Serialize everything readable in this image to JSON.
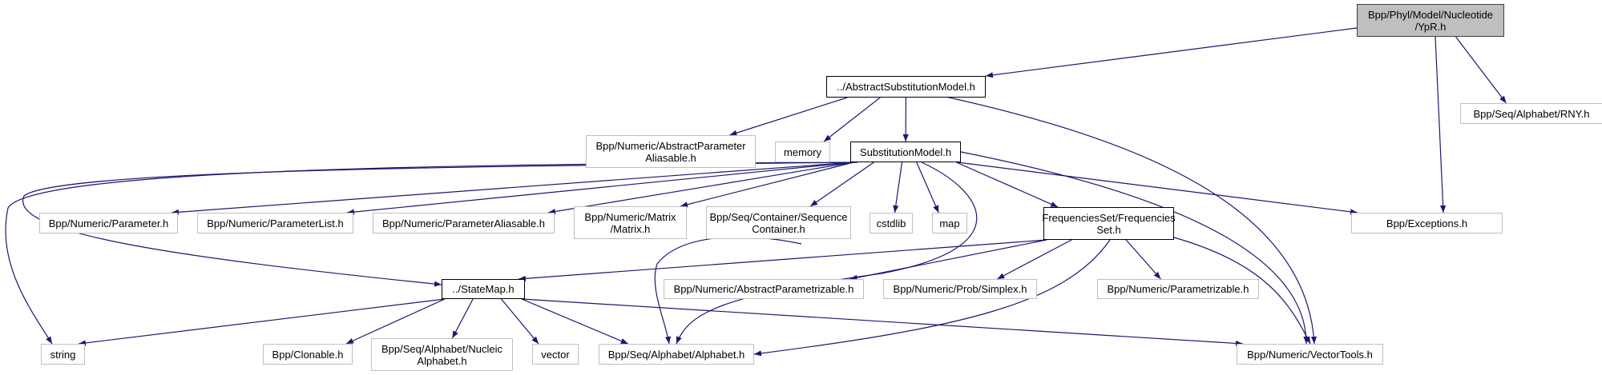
{
  "graph": {
    "title": "Include dependency graph for YpR.h",
    "edge_color": "#191970",
    "nodes": [
      {
        "id": "ypr",
        "label": "Bpp/Phyl/Model/Nucleotide\n/YpR.h",
        "kind": "root"
      },
      {
        "id": "asm",
        "label": "../AbstractSubstitutionModel.h",
        "kind": "internal"
      },
      {
        "id": "rny",
        "label": "Bpp/Seq/Alphabet/RNY.h",
        "kind": "external"
      },
      {
        "id": "apa",
        "label": "Bpp/Numeric/AbstractParameter\nAliasable.h",
        "kind": "external"
      },
      {
        "id": "memory",
        "label": "memory",
        "kind": "external"
      },
      {
        "id": "sm",
        "label": "SubstitutionModel.h",
        "kind": "internal"
      },
      {
        "id": "param",
        "label": "Bpp/Numeric/Parameter.h",
        "kind": "external"
      },
      {
        "id": "plist",
        "label": "Bpp/Numeric/ParameterList.h",
        "kind": "external"
      },
      {
        "id": "palias",
        "label": "Bpp/Numeric/ParameterAliasable.h",
        "kind": "external"
      },
      {
        "id": "matrix",
        "label": "Bpp/Numeric/Matrix\n/Matrix.h",
        "kind": "external"
      },
      {
        "id": "seqcont",
        "label": "Bpp/Seq/Container/Sequence\nContainer.h",
        "kind": "external"
      },
      {
        "id": "cstdlib",
        "label": "cstdlib",
        "kind": "external"
      },
      {
        "id": "map",
        "label": "map",
        "kind": "external"
      },
      {
        "id": "freq",
        "label": "FrequenciesSet/Frequencies\nSet.h",
        "kind": "internal"
      },
      {
        "id": "exc",
        "label": "Bpp/Exceptions.h",
        "kind": "external"
      },
      {
        "id": "statemap",
        "label": "../StateMap.h",
        "kind": "internal"
      },
      {
        "id": "aparam",
        "label": "Bpp/Numeric/AbstractParametrizable.h",
        "kind": "external"
      },
      {
        "id": "simplex",
        "label": "Bpp/Numeric/Prob/Simplex.h",
        "kind": "external"
      },
      {
        "id": "parametrizable",
        "label": "Bpp/Numeric/Parametrizable.h",
        "kind": "external"
      },
      {
        "id": "string",
        "label": "string",
        "kind": "external"
      },
      {
        "id": "clonable",
        "label": "Bpp/Clonable.h",
        "kind": "external"
      },
      {
        "id": "nucleic",
        "label": "Bpp/Seq/Alphabet/Nucleic\nAlphabet.h",
        "kind": "external"
      },
      {
        "id": "vector",
        "label": "vector",
        "kind": "external"
      },
      {
        "id": "alphabet",
        "label": "Bpp/Seq/Alphabet/Alphabet.h",
        "kind": "external"
      },
      {
        "id": "vtools",
        "label": "Bpp/Numeric/VectorTools.h",
        "kind": "external"
      }
    ],
    "edges": [
      [
        "ypr",
        "asm"
      ],
      [
        "ypr",
        "rny"
      ],
      [
        "ypr",
        "exc"
      ],
      [
        "asm",
        "apa"
      ],
      [
        "asm",
        "memory"
      ],
      [
        "asm",
        "sm"
      ],
      [
        "asm",
        "vtools"
      ],
      [
        "sm",
        "param"
      ],
      [
        "sm",
        "plist"
      ],
      [
        "sm",
        "palias"
      ],
      [
        "sm",
        "matrix"
      ],
      [
        "sm",
        "seqcont"
      ],
      [
        "sm",
        "cstdlib"
      ],
      [
        "sm",
        "map"
      ],
      [
        "sm",
        "freq"
      ],
      [
        "sm",
        "exc"
      ],
      [
        "sm",
        "statemap"
      ],
      [
        "sm",
        "string"
      ],
      [
        "sm",
        "alphabet"
      ],
      [
        "sm",
        "vtools"
      ],
      [
        "freq",
        "statemap"
      ],
      [
        "freq",
        "aparam"
      ],
      [
        "freq",
        "simplex"
      ],
      [
        "freq",
        "parametrizable"
      ],
      [
        "freq",
        "alphabet"
      ],
      [
        "freq",
        "vtools"
      ],
      [
        "statemap",
        "string"
      ],
      [
        "statemap",
        "clonable"
      ],
      [
        "statemap",
        "nucleic"
      ],
      [
        "statemap",
        "vector"
      ],
      [
        "statemap",
        "alphabet"
      ],
      [
        "statemap",
        "vtools"
      ],
      [
        "seqcont",
        "alphabet"
      ]
    ]
  }
}
